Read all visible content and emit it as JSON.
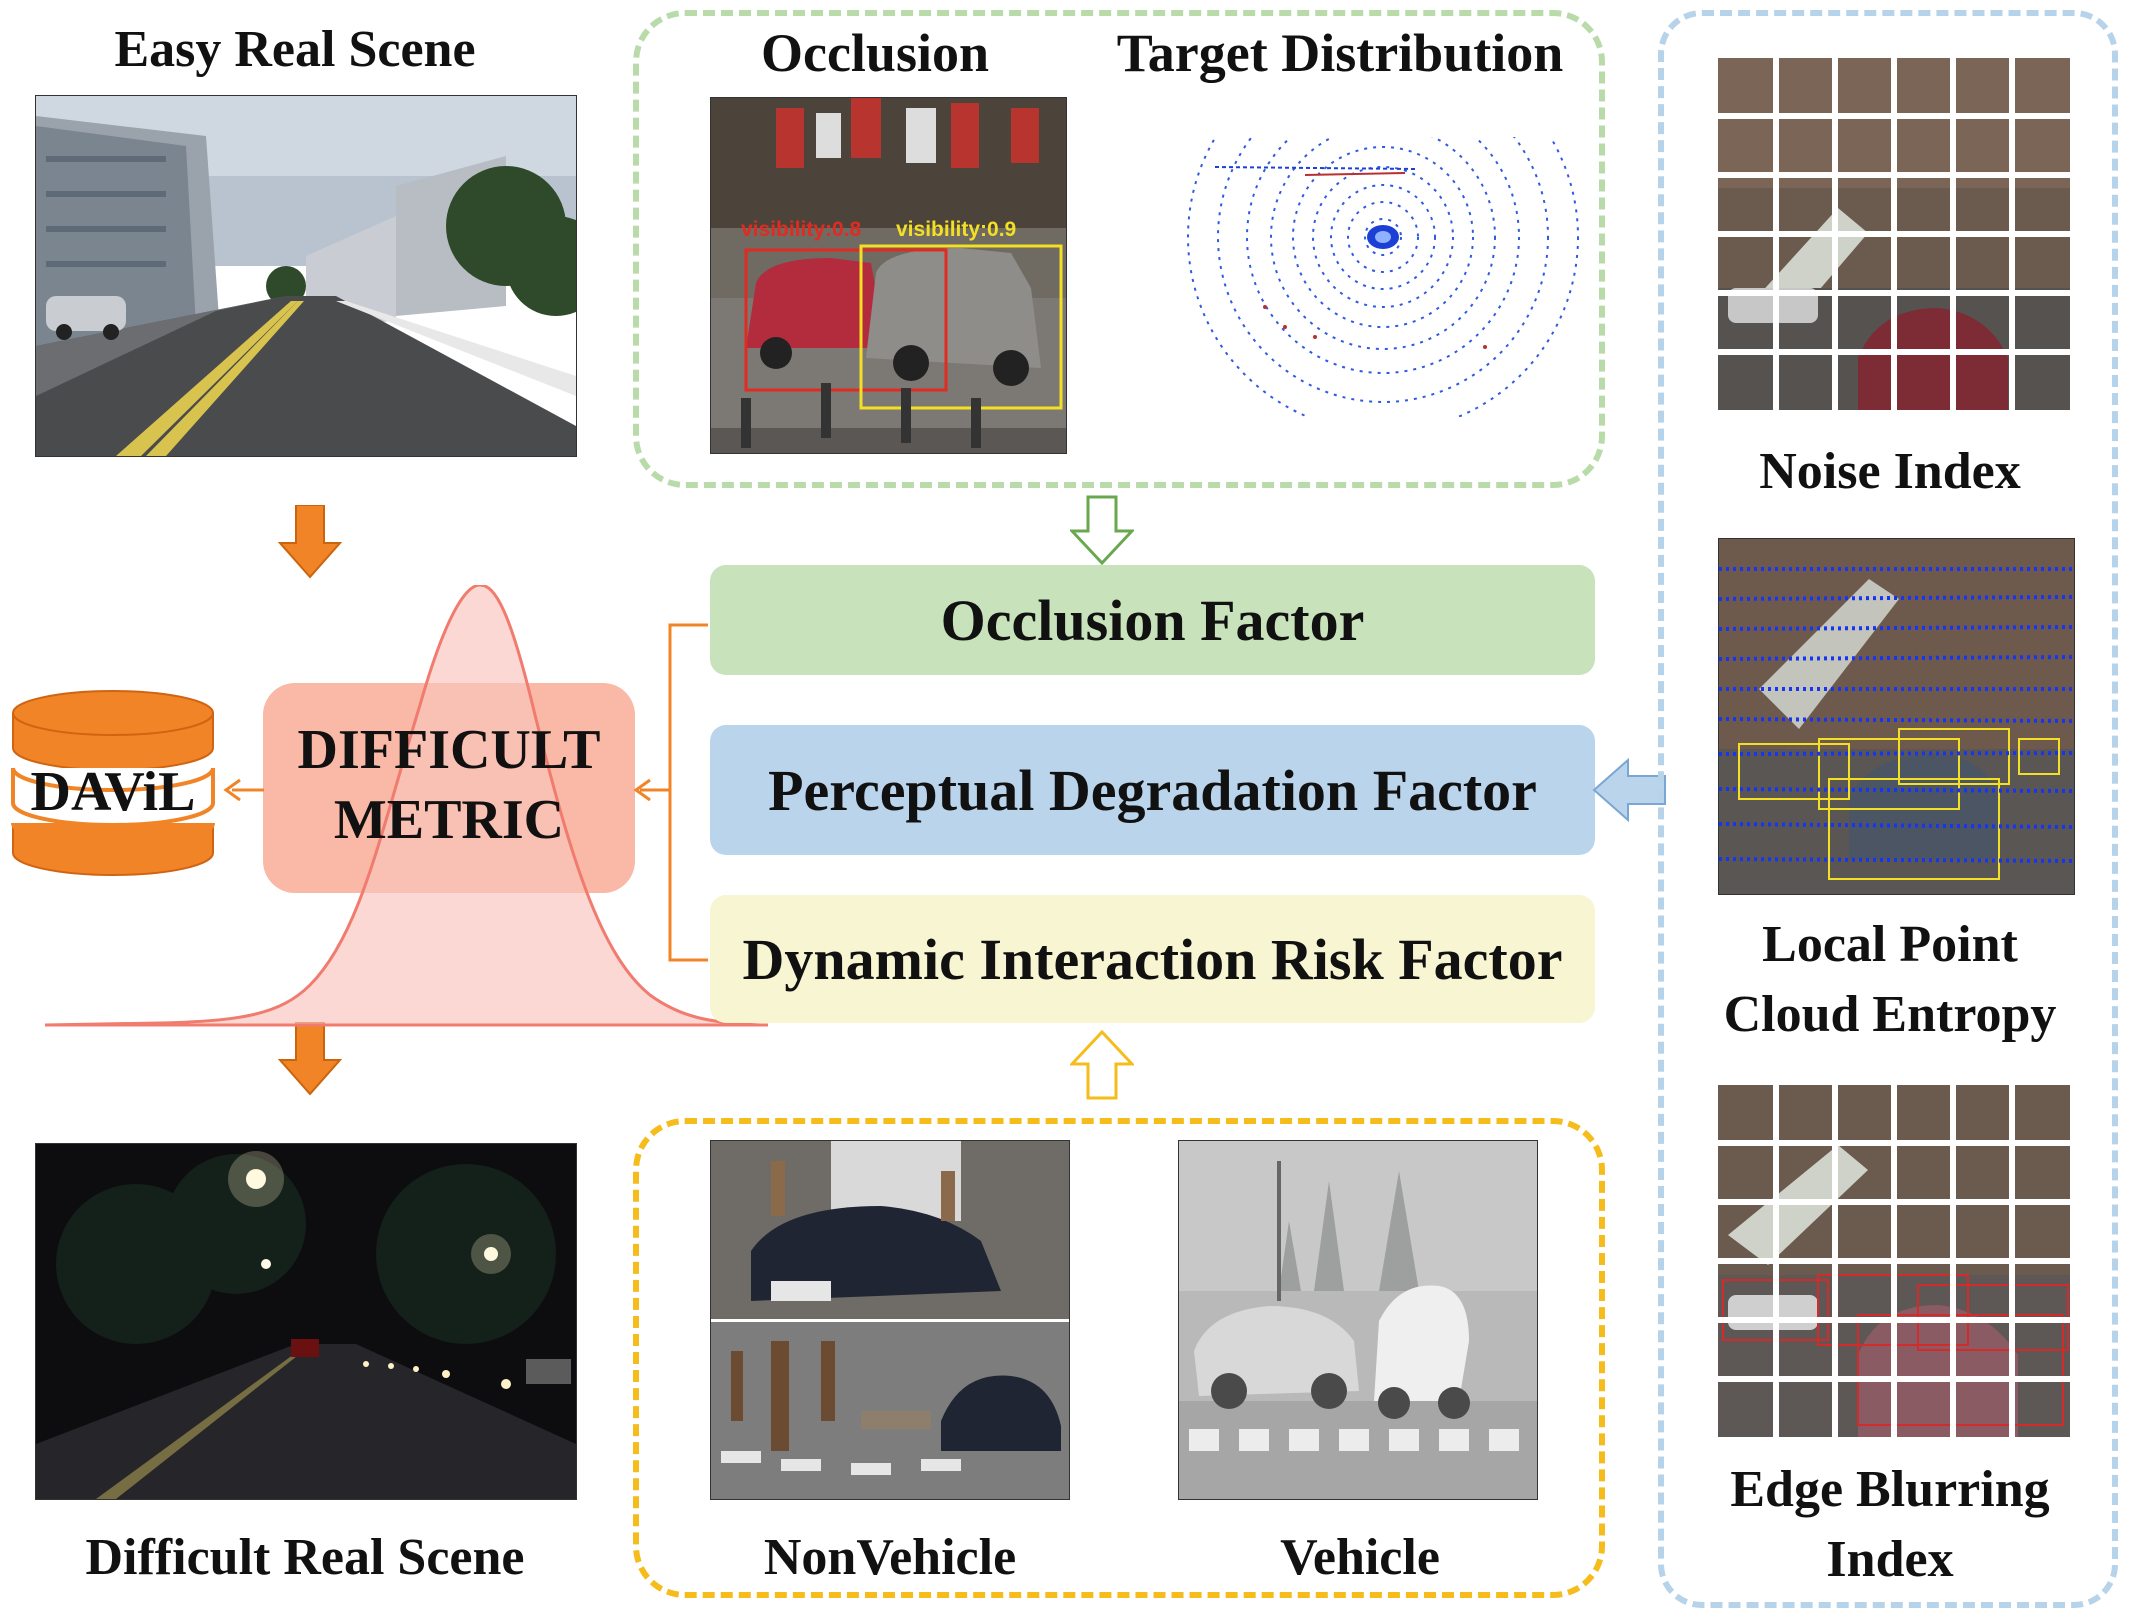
{
  "labels": {
    "easy_real_scene": "Easy Real Scene",
    "difficult_real_scene": "Difficult Real Scene",
    "occlusion": "Occlusion",
    "target_distribution": "Target  Distribution",
    "nonvehicle": "NonVehicle",
    "vehicle": "Vehicle",
    "noise_index": "Noise Index",
    "local_point_cloud_entropy_1": "Local Point",
    "local_point_cloud_entropy_2": "Cloud Entropy",
    "edge_blurring_index_1": "Edge Blurring",
    "edge_blurring_index_2": "Index",
    "visibility_red": "visibility:0.8",
    "visibility_yellow": "visibility:0.9"
  },
  "factors": {
    "occlusion": "Occlusion Factor",
    "perceptual": "Perceptual Degradation Factor",
    "dynamic": "Dynamic Interaction Risk Factor"
  },
  "metric": {
    "line1": "DIFFICULT",
    "line2": "METRIC"
  },
  "dataset": "DAViL",
  "colors": {
    "occlusion_factor_fill": "#c8e2bc",
    "perceptual_factor_fill": "#bad4ec",
    "dynamic_factor_fill": "#f8f5d2",
    "metric_box_fill": "#f9b9a6",
    "arrow_orange": "#f08426",
    "green_dash": "#b9dba9",
    "blue_dash": "#b7d3ea",
    "yellow_dash": "#f5bc1c"
  }
}
